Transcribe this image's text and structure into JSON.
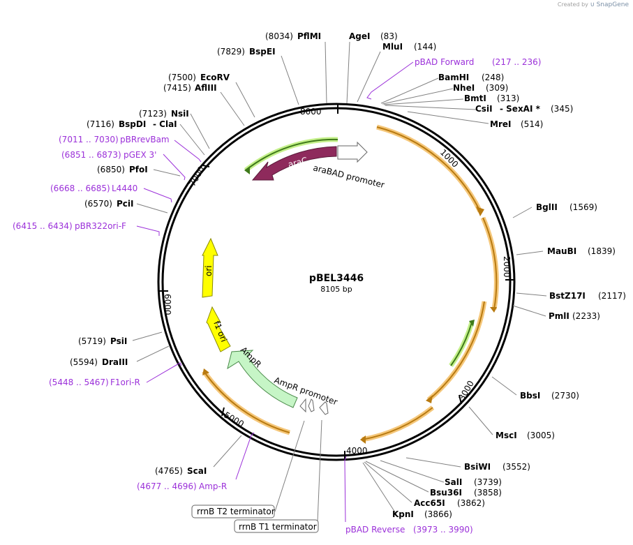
{
  "credit": {
    "text": "Created by",
    "brand": "SnapGene"
  },
  "plasmid": {
    "name": "pBEL3446",
    "size": "8105 bp"
  },
  "ticks": [
    "1000",
    "2000",
    "3000",
    "4000",
    "5000",
    "6000",
    "7000",
    "8000"
  ],
  "enzymes_top": [
    {
      "pos": "(8034)",
      "name": "PflMI"
    },
    {
      "name": "AgeI",
      "pos": "(83)"
    },
    {
      "name": "MluI",
      "pos": "(144)"
    },
    {
      "pos": "(7829)",
      "name": "BspEI"
    }
  ],
  "enzymes_right": [
    {
      "name": "BamHI",
      "pos": "(248)"
    },
    {
      "name": "NheI",
      "pos": "(309)"
    },
    {
      "name": "BmtI",
      "pos": "(313)"
    },
    {
      "name": "CsiI",
      "extra": "- SexAI *",
      "pos": "(345)"
    },
    {
      "name": "MreI",
      "pos": "(514)"
    },
    {
      "name": "BglII",
      "pos": "(1569)"
    },
    {
      "name": "MauBI",
      "pos": "(1839)"
    },
    {
      "name": "BstZ17I",
      "pos": "(2117)"
    },
    {
      "name": "PmlI",
      "pos": "(2233)"
    },
    {
      "name": "BbsI",
      "pos": "(2730)"
    },
    {
      "name": "MscI",
      "pos": "(3005)"
    },
    {
      "name": "BsiWI",
      "pos": "(3552)"
    },
    {
      "name": "SalI",
      "pos": "(3739)"
    },
    {
      "name": "Bsu36I",
      "pos": "(3858)"
    },
    {
      "name": "Acc65I",
      "pos": "(3862)"
    },
    {
      "name": "KpnI",
      "pos": "(3866)"
    }
  ],
  "enzymes_left": [
    {
      "pos": "(7500)",
      "name": "EcoRV"
    },
    {
      "pos": "(7415)",
      "name": "AflIII"
    },
    {
      "pos": "(7123)",
      "name": "NsiI"
    },
    {
      "pos": "(7116)",
      "name": "BspDI",
      "extra": "- ClaI"
    },
    {
      "pos": "(6850)",
      "name": "PfoI"
    },
    {
      "pos": "(6570)",
      "name": "PciI"
    },
    {
      "pos": "(5719)",
      "name": "PsiI"
    },
    {
      "pos": "(5594)",
      "name": "DraIII"
    },
    {
      "pos": "(4765)",
      "name": "ScaI"
    }
  ],
  "primers": [
    {
      "name": "pBAD Forward",
      "range": "(217 .. 236)"
    },
    {
      "range": "(7011 .. 7030)",
      "name": "pBRrevBam"
    },
    {
      "range": "(6851 .. 6873)",
      "name": "pGEX 3'"
    },
    {
      "range": "(6668 .. 6685)",
      "name": "L4440"
    },
    {
      "range": "(6415 .. 6434)",
      "name": "pBR322ori-F"
    },
    {
      "range": "(5448 .. 5467)",
      "name": "F1ori-R"
    },
    {
      "range": "(4677 .. 4696)",
      "name": "Amp-R"
    },
    {
      "name": "pBAD Reverse",
      "range": "(3973 .. 3990)"
    }
  ],
  "features": {
    "araC": "araC",
    "araBAD": "araBAD promoter",
    "ori": "ori",
    "f1ori": "f1 ori",
    "ampR": "AmpR",
    "ampRpromoter": "AmpR promoter"
  },
  "terminators": [
    "rrnB T2 terminator",
    "rrnB T1 terminator"
  ],
  "colors": {
    "primer": "#9b30d9",
    "orf": "#f5a623",
    "araC": "#8e2a5c",
    "ori": "#ffff00",
    "ampR": "#c6f5c6",
    "green_arrow": "#7bc043"
  }
}
